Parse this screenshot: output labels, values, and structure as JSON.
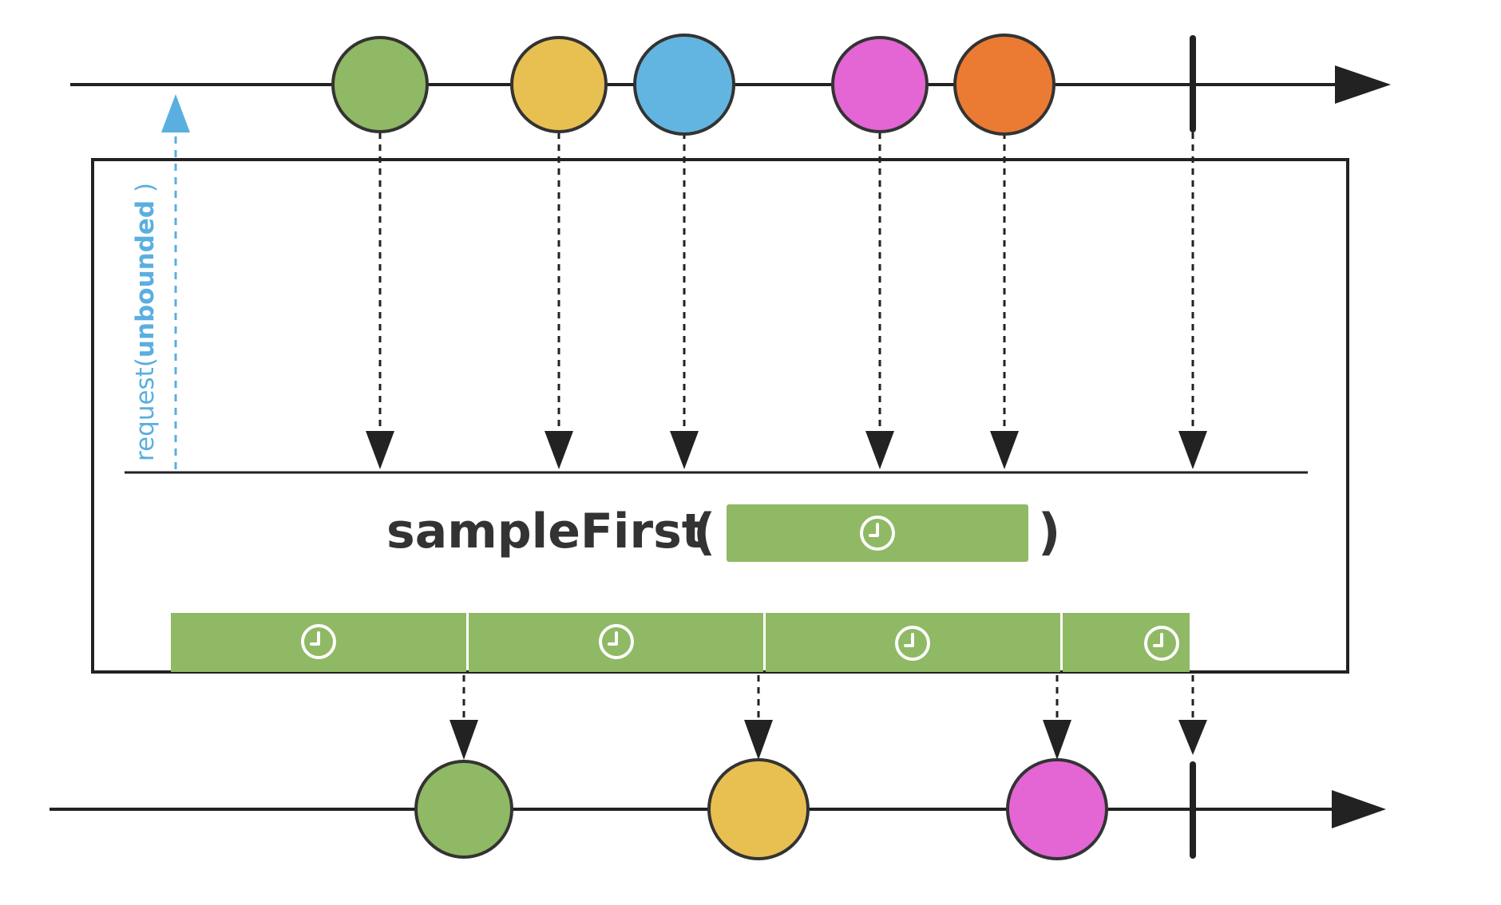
{
  "operator": {
    "name": "sampleFirst",
    "open_paren": "(",
    "close_paren": ")",
    "argument": "clock-icon"
  },
  "request_signal": {
    "prefix": "request(",
    "value": "unbounded",
    "suffix": " )",
    "color": "#5aafe0"
  },
  "colors": {
    "line": "#222222",
    "window_fill": "#8fb964",
    "clock": "#ffffff",
    "green": "#8fb964",
    "yellow": "#e8c052",
    "blue": "#62b5e0",
    "magenta": "#e366d4",
    "orange": "#eb7a33"
  },
  "source_stream": {
    "items": [
      {
        "name": "green-marble",
        "color": "green"
      },
      {
        "name": "yellow-marble",
        "color": "yellow"
      },
      {
        "name": "blue-marble",
        "color": "blue"
      },
      {
        "name": "magenta-marble",
        "color": "magenta"
      },
      {
        "name": "orange-marble",
        "color": "orange"
      }
    ],
    "completes": true
  },
  "sample_windows": [
    {
      "icon": "clock-icon"
    },
    {
      "icon": "clock-icon"
    },
    {
      "icon": "clock-icon"
    },
    {
      "icon": "clock-icon"
    }
  ],
  "output_stream": {
    "items": [
      {
        "name": "green-marble",
        "color": "green"
      },
      {
        "name": "yellow-marble",
        "color": "yellow"
      },
      {
        "name": "magenta-marble",
        "color": "magenta"
      }
    ],
    "completes": true
  }
}
